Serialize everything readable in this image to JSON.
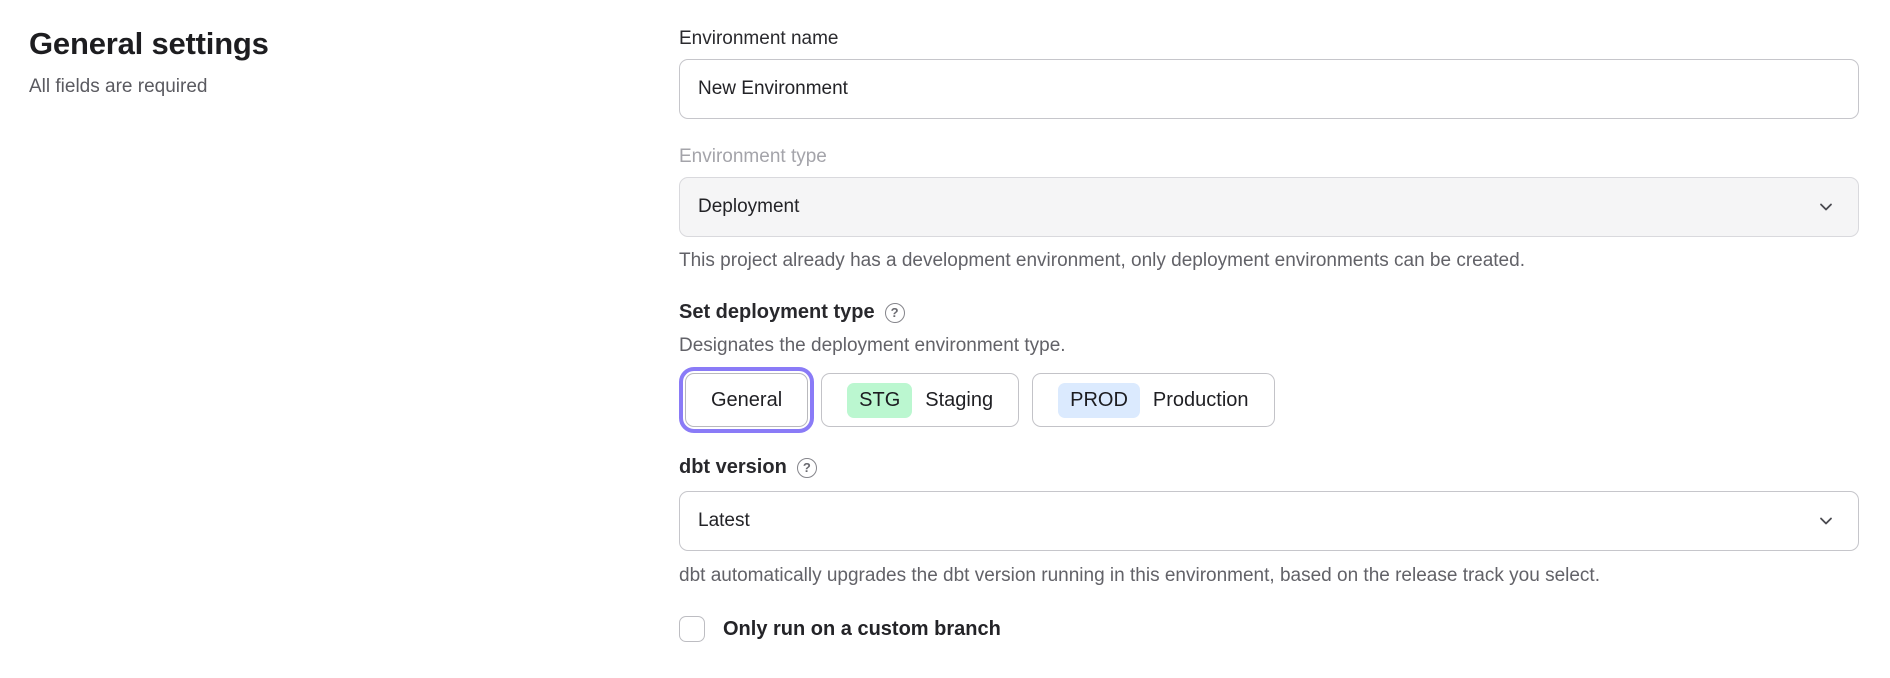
{
  "page": {
    "title": "General settings",
    "subtitle": "All fields are required"
  },
  "form": {
    "environment_name": {
      "label": "Environment name",
      "value": "New Environment"
    },
    "environment_type": {
      "label": "Environment type",
      "value": "Deployment",
      "disabled": true,
      "helper": "This project already has a development environment, only deployment environments can be created."
    },
    "deployment_type": {
      "label": "Set deployment type",
      "helper": "Designates the deployment environment type.",
      "options": [
        {
          "label": "General",
          "badge": "",
          "selected": true
        },
        {
          "label": "Staging",
          "badge": "STG",
          "badge_color": "#bbf7d0",
          "selected": false
        },
        {
          "label": "Production",
          "badge": "PROD",
          "badge_color": "#dbeafe",
          "selected": false
        }
      ]
    },
    "dbt_version": {
      "label": "dbt version",
      "value": "Latest",
      "helper": "dbt automatically upgrades the dbt version running in this environment, based on the release track you select."
    },
    "custom_branch": {
      "label": "Only run on a custom branch",
      "checked": false
    }
  },
  "icons": {
    "help_glyph": "?"
  },
  "colors": {
    "accent_purple": "#8a7bf7",
    "badge_green": "#bbf7d0",
    "badge_blue": "#dbeafe",
    "disabled_bg": "#f5f5f6"
  }
}
